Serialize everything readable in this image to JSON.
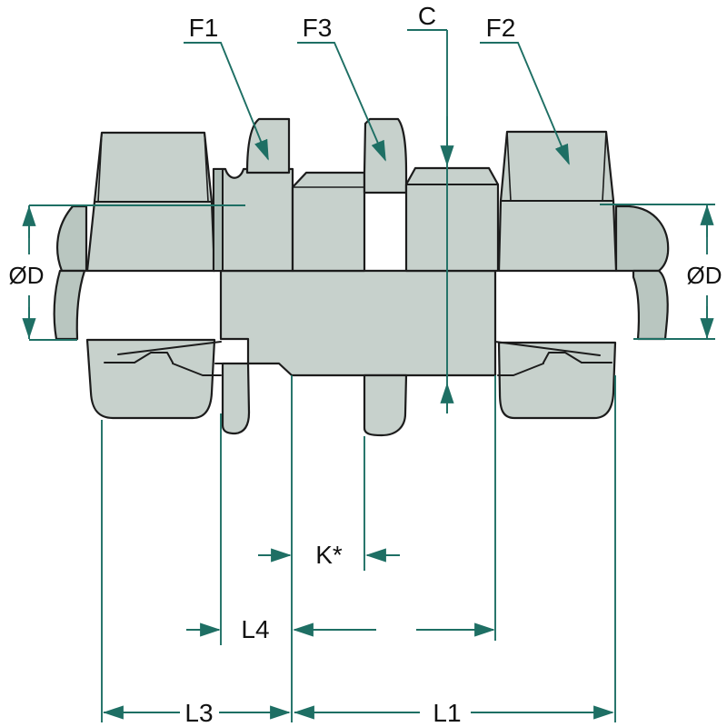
{
  "diagram": {
    "type_note": "technical drawing of bulkhead tube fitting, front section view",
    "callouts": {
      "f1": "F1",
      "f3": "F3",
      "c": "C",
      "f2": "F2"
    },
    "dimensions": {
      "od_left": "ØD",
      "od_right": "ØD",
      "k_star": "K*",
      "l4": "L4",
      "l3": "L3",
      "l1": "L1"
    },
    "colors": {
      "dimension": "#1E6F64",
      "outline": "#1C1C1C",
      "body": "#C7D1CC",
      "body_shade": "#AEBCB6",
      "tube_band": "#95ACA4",
      "tube_face": "#A4B7AF",
      "tube_end": "#B9C6C0",
      "background": "#FFFFFF",
      "label_text": "#111111"
    }
  }
}
